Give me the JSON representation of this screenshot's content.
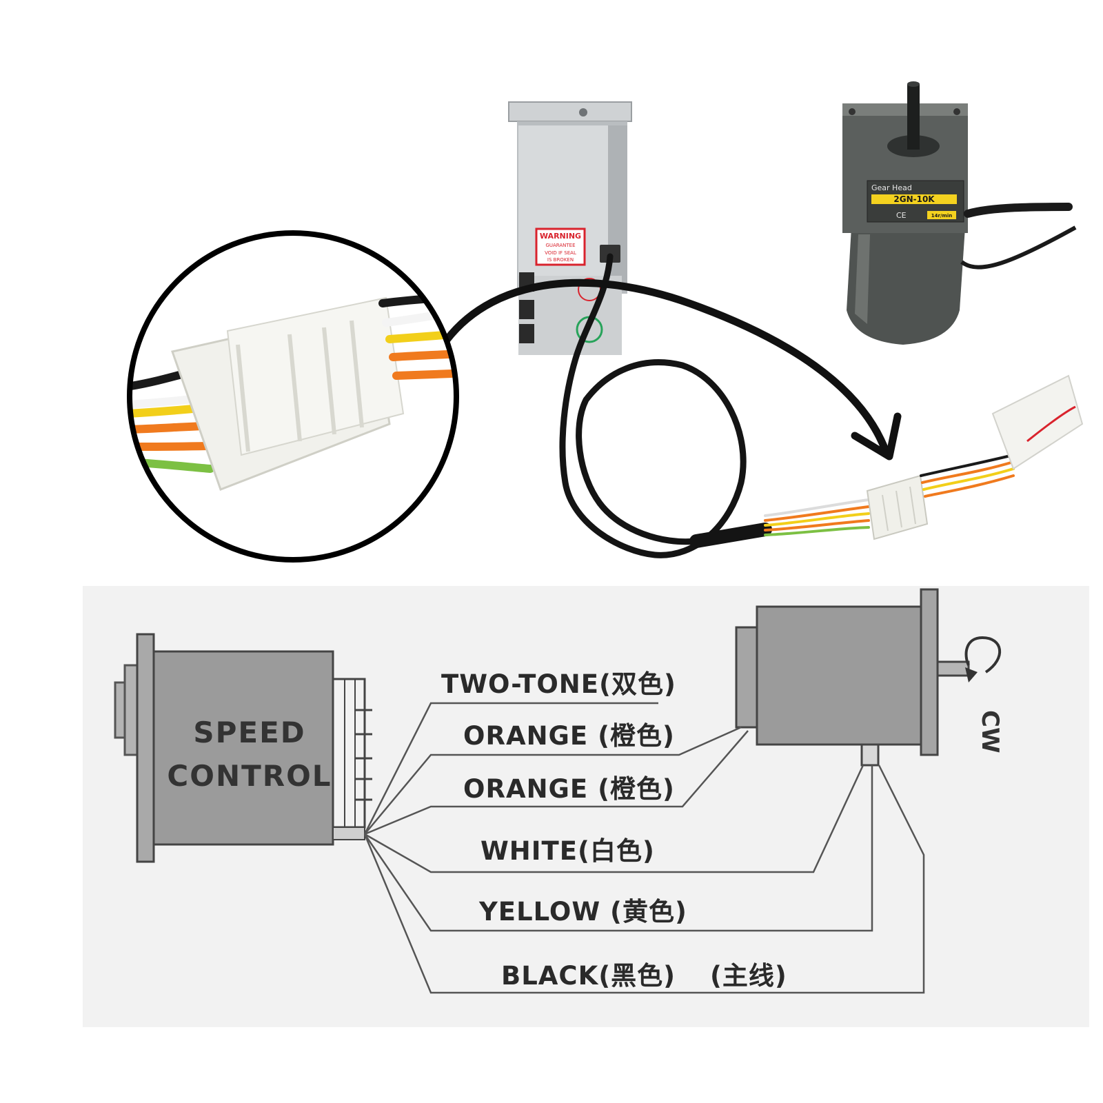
{
  "product_photo": {
    "controller_sticker": {
      "line1": "WARNING",
      "line2": "GUARANTEE",
      "line3": "VOID IF SEAL",
      "line4": "IS BROKEN"
    },
    "motor_label": {
      "brand_line": "Gear Head",
      "model": "2GN-10K",
      "ce_mark": "CE",
      "speed": "14r/min"
    }
  },
  "wiring_diagram": {
    "controller_label_line1": "SPEED",
    "controller_label_line2": "CONTROL",
    "rotation_label": "CW",
    "wires": [
      {
        "label": "TWO-TONE(双色)"
      },
      {
        "label": "ORANGE (橙色)"
      },
      {
        "label": "ORANGE (橙色)"
      },
      {
        "label": "WHITE(白色)"
      },
      {
        "label": "YELLOW (黄色)"
      },
      {
        "label": "BLACK(黑色)"
      }
    ],
    "main_wire_note": "(主线)"
  },
  "colors": {
    "wire_orange": "#f07a1e",
    "wire_yellow": "#f2cf1a",
    "wire_green": "#7cc043",
    "wire_white": "#f4f4f4",
    "wire_black": "#1a1a1a",
    "diagram_gray": "#9b9b9b",
    "motor_body": "#4a4d4b",
    "sticker_red": "#d9232d",
    "label_yellow": "#f4d21f"
  }
}
